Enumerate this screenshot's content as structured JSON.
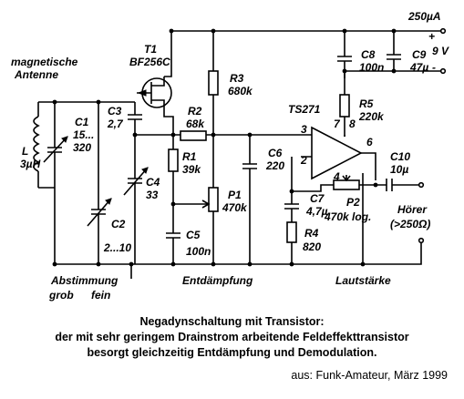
{
  "labels": {
    "current": "250µA",
    "plus": "+",
    "volt": "9 V",
    "minus": "-",
    "antenna1": "magnetische",
    "antenna2": "Antenne",
    "t1": "T1",
    "t1type": "BF256C",
    "r3": "R3",
    "r3v": "680k",
    "c8": "C8",
    "c8v": "100n",
    "c9": "C9",
    "c9v": "47µ",
    "c1": "C1",
    "c1v1": "15...",
    "c1v2": "320",
    "l": "L",
    "lv": "3µH",
    "c3": "C3",
    "c3v": "2,7",
    "r2": "R2",
    "r2v": "68k",
    "ic": "TS271",
    "r5": "R5",
    "r5v": "220k",
    "pin3": "3",
    "pin7": "7",
    "pin8": "8",
    "pin2": "2",
    "pin6": "6",
    "pin4": "4",
    "r1": "R1",
    "r1v": "39k",
    "c6": "C6",
    "c6v": "220",
    "c10": "C10",
    "c10v": "10µ",
    "c4": "C4",
    "c4v": "33",
    "p1": "P1",
    "p1v": "470k",
    "c7": "C7",
    "c7v": "4,7µ",
    "p2": "P2",
    "p2v": "470k log.",
    "hoerer": "Hörer",
    "hoerer2": "(>250Ω)",
    "c2": "C2",
    "c2v": "2...10",
    "c5": "C5",
    "c5v": "100n",
    "r4": "R4",
    "r4v": "820",
    "abst": "Abstimmung",
    "grob": "grob",
    "fein": "fein",
    "entd": "Entdämpfung",
    "laut": "Lautstärke"
  },
  "caption": {
    "line1": "Negadynschaltung mit Transistor:",
    "line2": "der mit sehr geringem Drainstrom arbeitende Feldeffekttransistor",
    "line3": "besorgt gleichzeitig Entdämpfung und Demodulation."
  },
  "source": "aus: Funk-Amateur, März 1999"
}
